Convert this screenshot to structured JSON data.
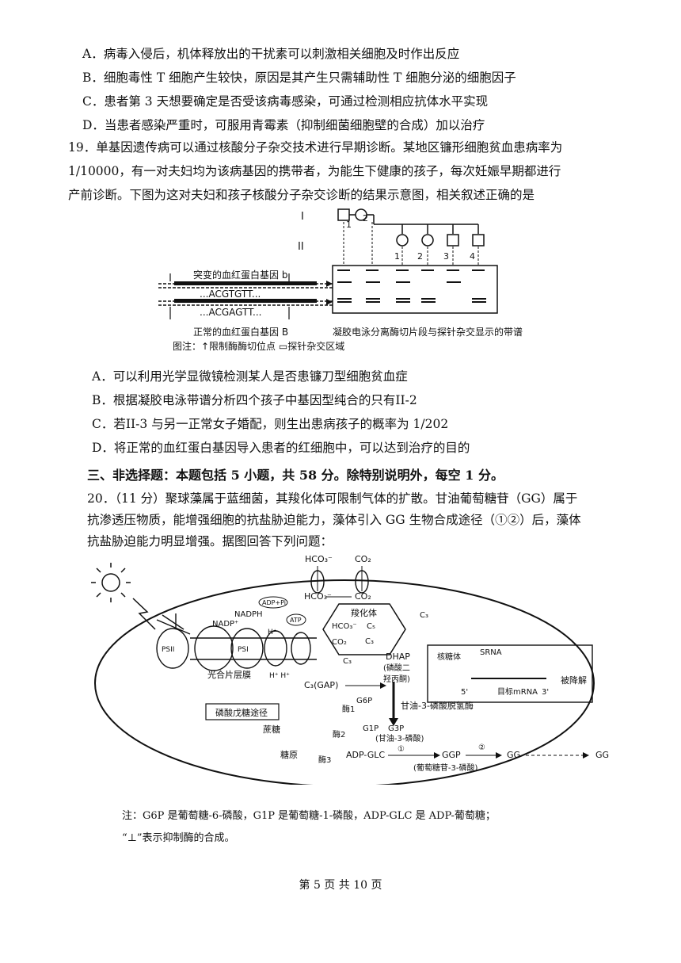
{
  "q18_options": [
    "A．病毒入侵后，机体释放出的干扰素可以刺激相关细胞及时作出反应",
    "B．细胞毒性 T 细胞产生较快，原因是其产生只需辅助性 T 细胞分泌的细胞因子",
    "C．患者第 3 天想要确定是否受该病毒感染，可通过检测相应抗体水平实现",
    "D．当患者感染严重时，可服用青霉素（抑制细菌细胞壁的合成）加以治疗"
  ],
  "q19": {
    "lines": [
      "19．单基因遗传病可以通过核酸分子杂交技术进行早期诊断。某地区镰形细胞贫血患病率为",
      "1/10000，有一对夫妇均为该病基因的携带者，为能生下健康的孩子，每次妊娠早期都进行",
      "产前诊断。下图为这对夫妇和孩子核酸分子杂交诊断的结果示意图，相关叙述正确的是"
    ],
    "figure": {
      "gen_I": "I",
      "gen_II": "II",
      "num_1": "1",
      "num_2": "2",
      "c1": "1",
      "c2": "2",
      "c3": "3",
      "c4": "4",
      "mut_label": "突变的血红蛋白基因 b",
      "seq_b": "...ACGTGTT...",
      "seq_B": "...ACGAGTT...",
      "norm_label": "正常的血红蛋白基因 B",
      "gel_label": "凝胶电泳分离酶切片段与探针杂交显示的带谱",
      "legend": "图注：↑限制酶酶切位点  ▭探针杂交区域"
    },
    "options": [
      "A．可以利用光学显微镜检测某人是否患镰刀型细胞贫血症",
      "B．根据凝胶电泳带谱分析四个孩子中基因型纯合的只有II-2",
      "C．若II-3 与另一正常女子婚配，则生出患病孩子的概率为 1/202",
      "D．将正常的血红蛋白基因导入患者的红细胞中，可以达到治疗的目的"
    ]
  },
  "section3": "三、非选择题：本题包括 5 小题，共 58 分。除特别说明外，每空 1 分。",
  "q20": {
    "lines": [
      "20．（11 分）聚球藻属于蓝细菌，其羧化体可限制气体的扩散。甘油葡萄糖苷（GG）属于",
      "抗渗透压物质，能增强细胞的抗盐胁迫能力，藻体引入 GG 生物合成途径（①②）后，藻体",
      "抗盐胁迫能力明显增强。据图回答下列问题："
    ],
    "figure": {
      "hco3_out": "HCO₃⁻",
      "co2_out": "CO₂",
      "hco3_in": "HCO₃⁻",
      "co2_in": "CO₂",
      "carboxysome": "羧化体",
      "hco3_c": "HCO₃⁻",
      "co2_c": "CO₂",
      "c5": "C₅",
      "c3_in": "C₃",
      "c3_out": "C₃",
      "c3_down": "C₃",
      "nadp": "NADP⁺",
      "nadph": "NADPH",
      "adp": "ADP+Pi",
      "atp": "ATP",
      "hplus": "H⁺",
      "h_bottom": "H⁺ H⁺",
      "psii": "PSII",
      "psi": "PSI",
      "membrane": "光合片层膜",
      "c3gap": "C₃(GAP)",
      "dhap": "DHAP",
      "dhap_cn1": "(磷酸二",
      "dhap_cn2": "羟丙酮)",
      "ribosome": "核糖体",
      "srna": "SRNA",
      "p5": "5'",
      "target": "目标mRNA",
      "p3": "3'",
      "degraded": "被降解",
      "ppp": "磷酸戊糖途径",
      "enz1": "酶1",
      "g6p": "G6P",
      "g3pdh": "甘油-3-磷酸脱氢酶",
      "sucrose": "蔗糖",
      "enz2": "酶2",
      "g1p": "G1P",
      "g3p": "G3P",
      "g3p_cn": "(甘油-3-磷酸)",
      "glycogen": "糖原",
      "enz3": "酶3",
      "adpglc": "ADP-GLC",
      "step1": "①",
      "ggp": "GGP",
      "step2": "②",
      "gg_in": "GG",
      "gg_out": "GG",
      "ggp_cn": "(葡萄糖苷-3-磷酸)"
    },
    "note1": "注：G6P 是葡萄糖-6-磷酸，G1P 是葡萄糖-1-磷酸，ADP-GLC 是 ADP-葡萄糖；",
    "note2": "“⊥”表示抑制酶的合成。"
  },
  "footer": "第 5 页 共 10 页"
}
